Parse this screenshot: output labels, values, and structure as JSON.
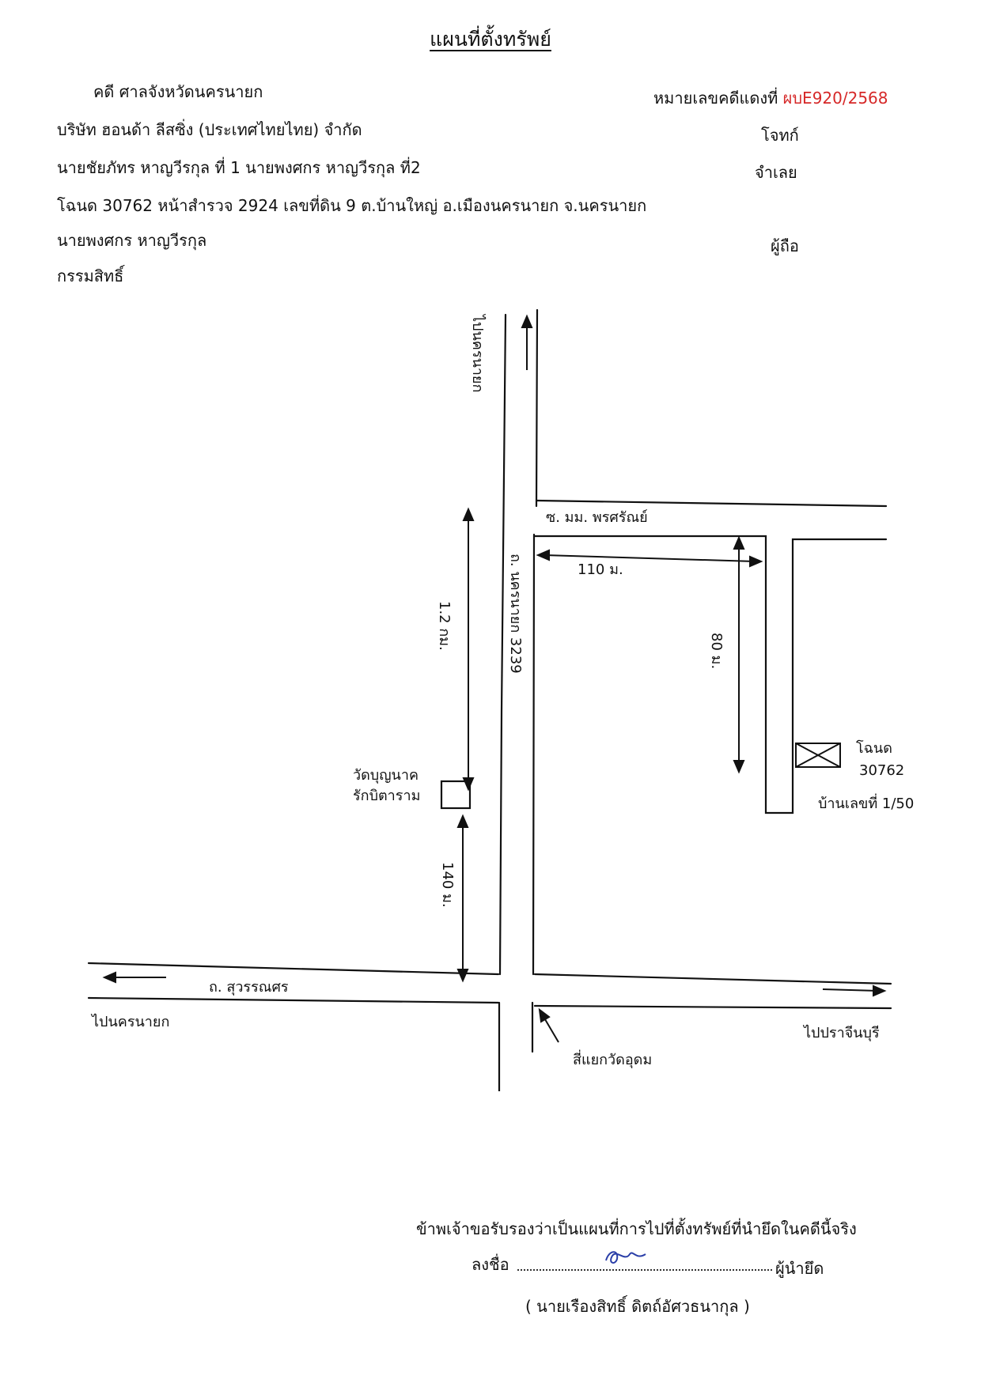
{
  "document": {
    "title": "แผนที่ตั้งทรัพย์",
    "header": {
      "court_line": "คดี ศาลจังหวัดนครนายก",
      "case_number_label": "หมายเลขคดีแดงที่",
      "case_number_value": "ผบE920/2568",
      "plaintiff_name": "บริษัท ฮอนด้า ลีสซิ่ง (ประเทศไทยไทย) จำกัด",
      "plaintiff_role": "โจทก์",
      "defendant_names": "นายชัยภัทร หาญวีรกุล ที่ 1 นายพงศกร หาญวีรกุล ที่2",
      "defendant_role": "จำเลย",
      "deed_line": "โฉนด 30762 หน้าสำรวจ 2924 เลขที่ดิน 9 ต.บ้านใหญ่ อ.เมืองนครนายก จ.นครนายก",
      "holder_name": "นายพงศกร หาญวีรกุล",
      "holder_role": "ผู้ถือ",
      "ownership_label": "กรรมสิทธิ์"
    },
    "map": {
      "to_north_label": "ไปนครนายก",
      "alley_label": "ซ. มม. พรศรัณย์",
      "main_road_label": "ถ. นครนายก 3239",
      "distance_alley": "110 ม.",
      "distance_depth": "80 ม.",
      "distance_upper": "1.2 กม.",
      "distance_lower": "140 ม.",
      "temple_label_1": "วัดบุญนาค",
      "temple_label_2": "รักบิตาราม",
      "deed_label": "โฉนด",
      "deed_number": "30762",
      "house_number": "บ้านเลขที่ 1/50",
      "cross_road_label": "ถ. สุวรรณศร",
      "to_west_label": "ไปนครนายก",
      "to_east_label": "ไปปราจีนบุรี",
      "junction_label": "สี่แยกวัดอุดม"
    },
    "footer": {
      "certify_text": "ข้าพเจ้าขอรับรองว่าเป็นแผนที่การไปที่ตั้งทรัพย์ที่นำยึดในคดีนี้จริง",
      "sign_label": "ลงชื่อ",
      "sign_role": "ผู้นำยึด",
      "signer_name": "( นายเรืองสิทธิ์ ดิตถ์อัศวธนากุล )"
    }
  }
}
